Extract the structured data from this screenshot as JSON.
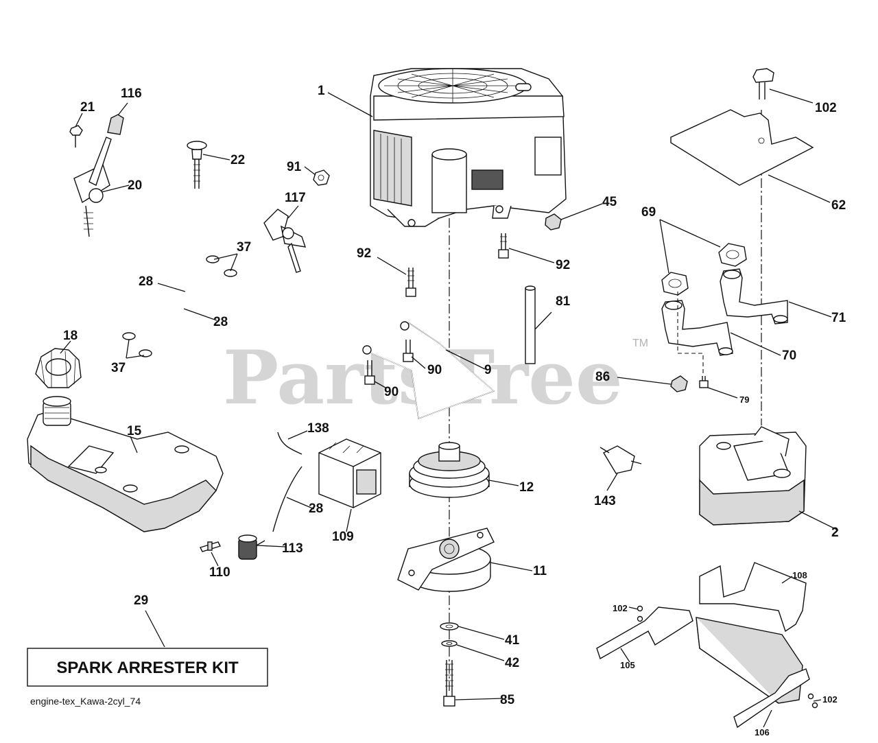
{
  "watermark": {
    "brand": "PartsTree",
    "trademark": "TM"
  },
  "kit_box": {
    "label": "SPARK ARRESTER KIT"
  },
  "file_name": "engine-tex_Kawa-2cyl_74",
  "callouts": {
    "c1": "1",
    "c2": "2",
    "c9": "9",
    "c11": "11",
    "c12": "12",
    "c15": "15",
    "c18": "18",
    "c20": "20",
    "c21": "21",
    "c22": "22",
    "c28a": "28",
    "c28b": "28",
    "c28c": "28",
    "c29": "29",
    "c37a": "37",
    "c37b": "37",
    "c41": "41",
    "c42": "42",
    "c45": "45",
    "c62": "62",
    "c69": "69",
    "c70": "70",
    "c71": "71",
    "c79": "79",
    "c81": "81",
    "c85": "85",
    "c86": "86",
    "c90a": "90",
    "c90b": "90",
    "c91": "91",
    "c92a": "92",
    "c92b": "92",
    "c102a": "102",
    "c102b": "102",
    "c102c": "102",
    "c105": "105",
    "c106": "106",
    "c108": "108",
    "c109": "109",
    "c110": "110",
    "c113": "113",
    "c116": "116",
    "c117": "117",
    "c138": "138",
    "c143": "143"
  }
}
